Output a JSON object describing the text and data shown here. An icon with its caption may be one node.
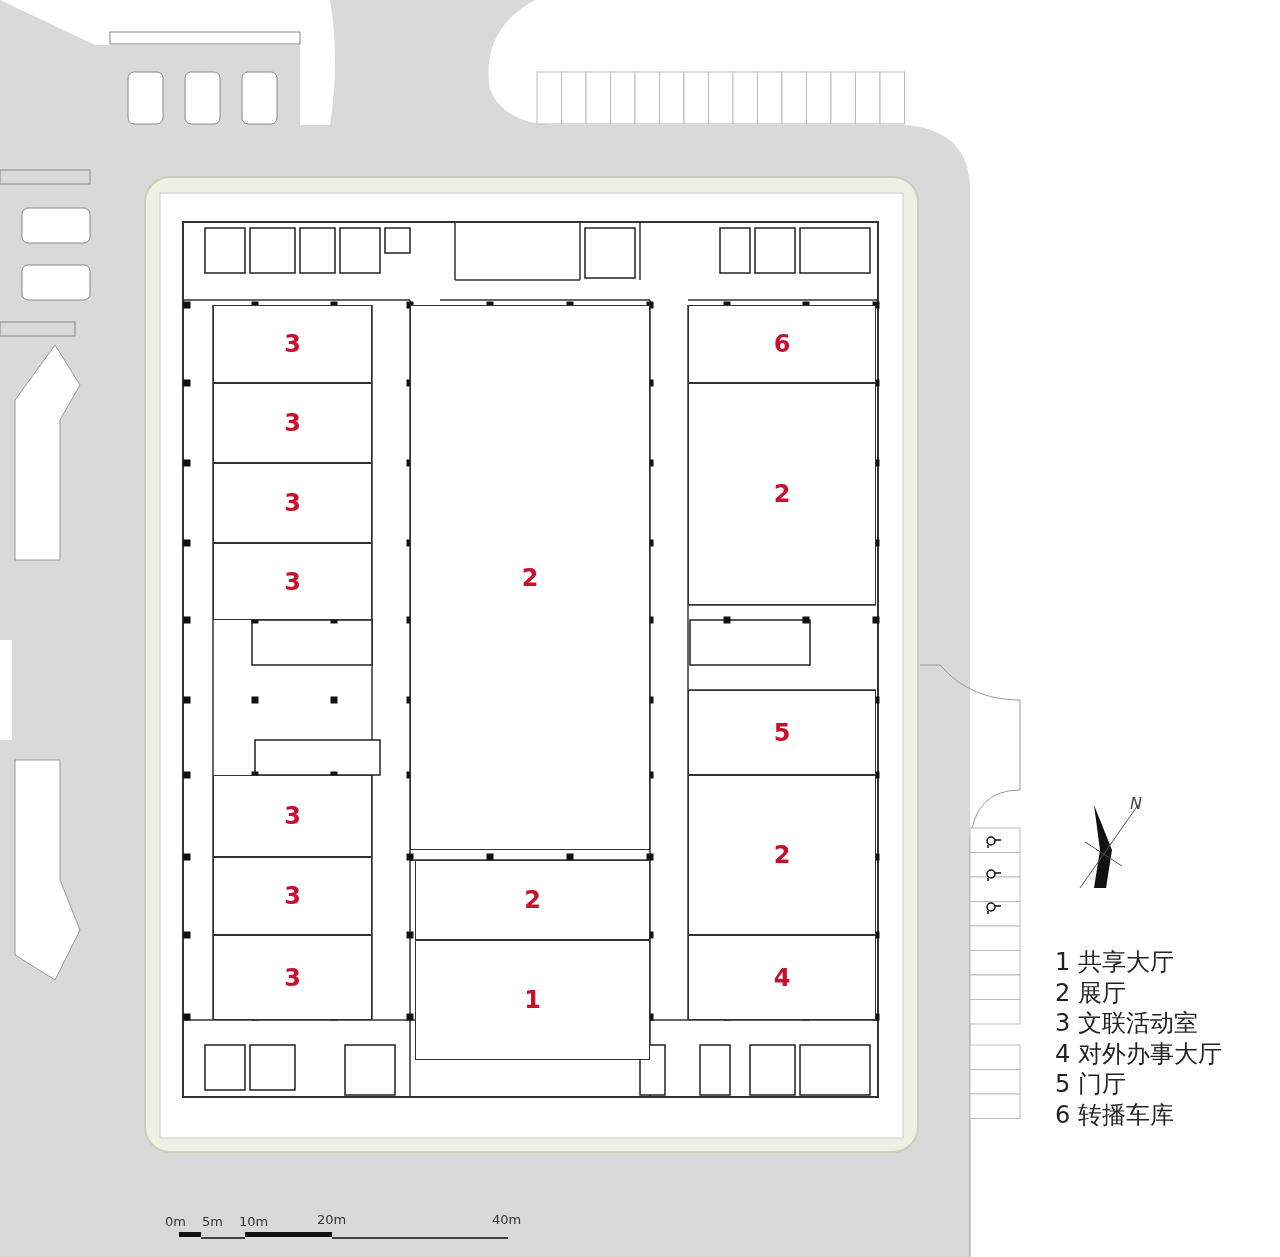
{
  "diagram": {
    "nodes": [
      {
        "text": [
          "3"
        ]
      },
      {
        "text": [
          "6"
        ]
      },
      {
        "text": [
          "3"
        ]
      },
      {
        "text": [
          "2"
        ]
      },
      {
        "text": [
          "3"
        ]
      },
      {
        "text": [
          "2"
        ]
      },
      {
        "text": [
          "3"
        ]
      },
      {
        "text": [
          "5"
        ]
      },
      {
        "text": [
          "3"
        ]
      },
      {
        "text": [
          "2"
        ]
      },
      {
        "text": [
          "3"
        ]
      },
      {
        "text": [
          "2"
        ]
      },
      {
        "text": [
          "4"
        ]
      },
      {
        "text": [
          "3"
        ]
      },
      {
        "text": [
          "1"
        ]
      }
    ],
    "labels": [
      "N",
      "1 共享大厅",
      "2 展厅",
      "3 文联活动室",
      "4 对外办事大厅",
      "5 门厅",
      "6 转播车库",
      "0m",
      "5m",
      "10m",
      "20m",
      "40m"
    ]
  }
}
